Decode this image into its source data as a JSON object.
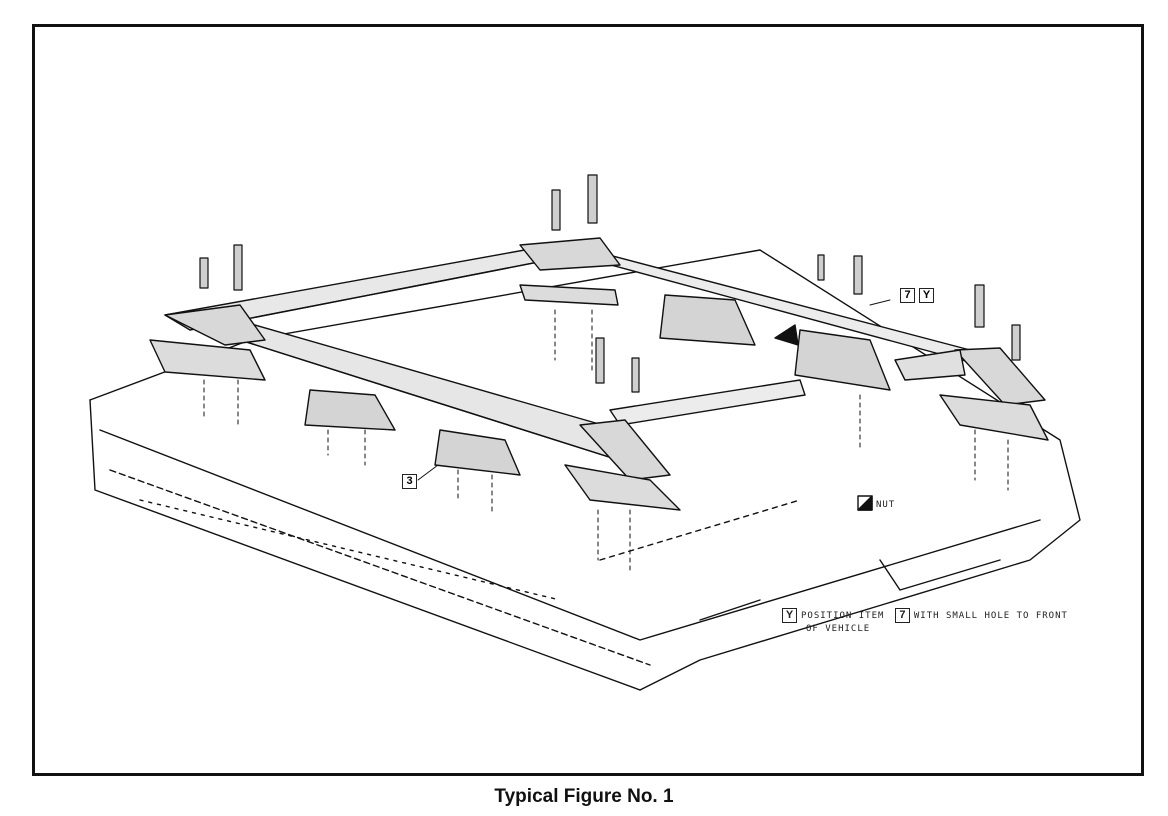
{
  "caption": "Typical Figure No. 1",
  "callouts": {
    "item_7": "7",
    "item_y": "Y",
    "item_3": "3",
    "nut_label": "NUT"
  },
  "note": {
    "box_y": "Y",
    "text_1": "POSITION ITEM",
    "box_7": "7",
    "text_2": "WITH SMALL HOLE TO FRONT",
    "text_3": "OF VEHICLE"
  },
  "colors": {
    "ink": "#111111",
    "paper": "#ffffff",
    "shade": "#cfcfcf"
  }
}
